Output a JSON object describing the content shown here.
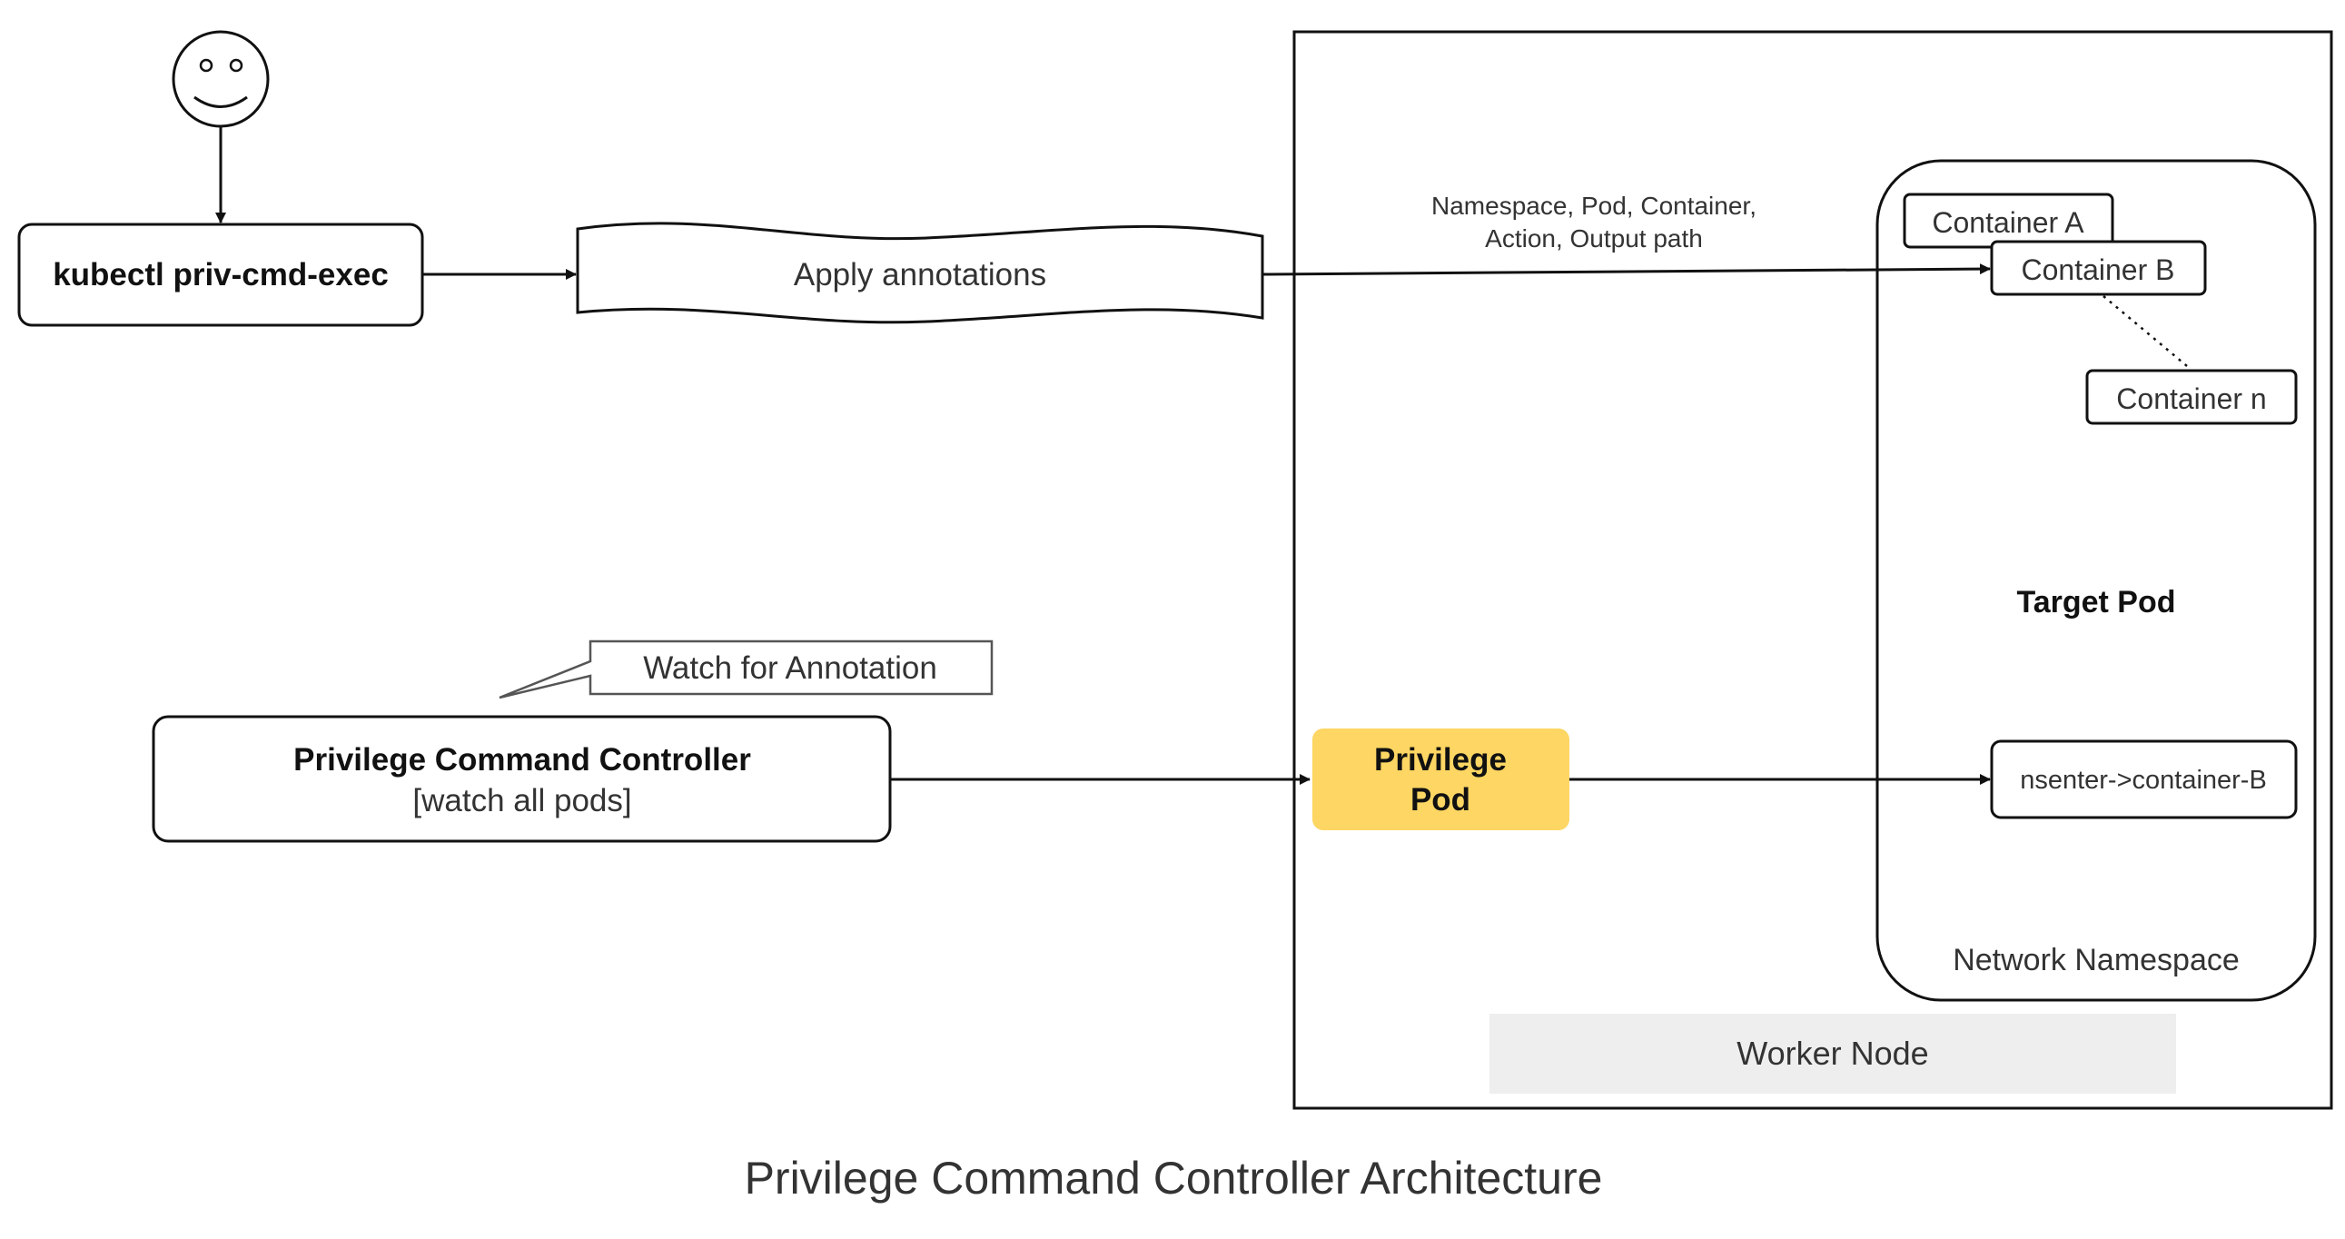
{
  "title": "Privilege Command Controller Architecture",
  "actor": {
    "icon": "smiley-person-icon"
  },
  "kubectl_box": {
    "label": "kubectl priv-cmd-exec"
  },
  "annotations_flag": {
    "label": "Apply annotations"
  },
  "annotation_fields": {
    "line1": "Namespace, Pod, Container,",
    "line2": "Action, Output path"
  },
  "controller": {
    "title": "Privilege Command Controller",
    "subtitle": "[watch all pods]",
    "callout": "Watch for Annotation"
  },
  "worker_node": {
    "label": "Worker Node"
  },
  "privilege_pod": {
    "line1": "Privilege",
    "line2": "Pod",
    "fill_color": "#FDD663"
  },
  "target_pod": {
    "label": "Target Pod",
    "network_namespace": "Network Namespace",
    "containers": [
      "Container A",
      "Container B",
      "Container n"
    ],
    "nsenter": "nsenter->container-B"
  },
  "colors": {
    "stroke": "#111111",
    "worker_label_bg": "#EEEEEE",
    "privilege_pod": "#FDD663"
  }
}
